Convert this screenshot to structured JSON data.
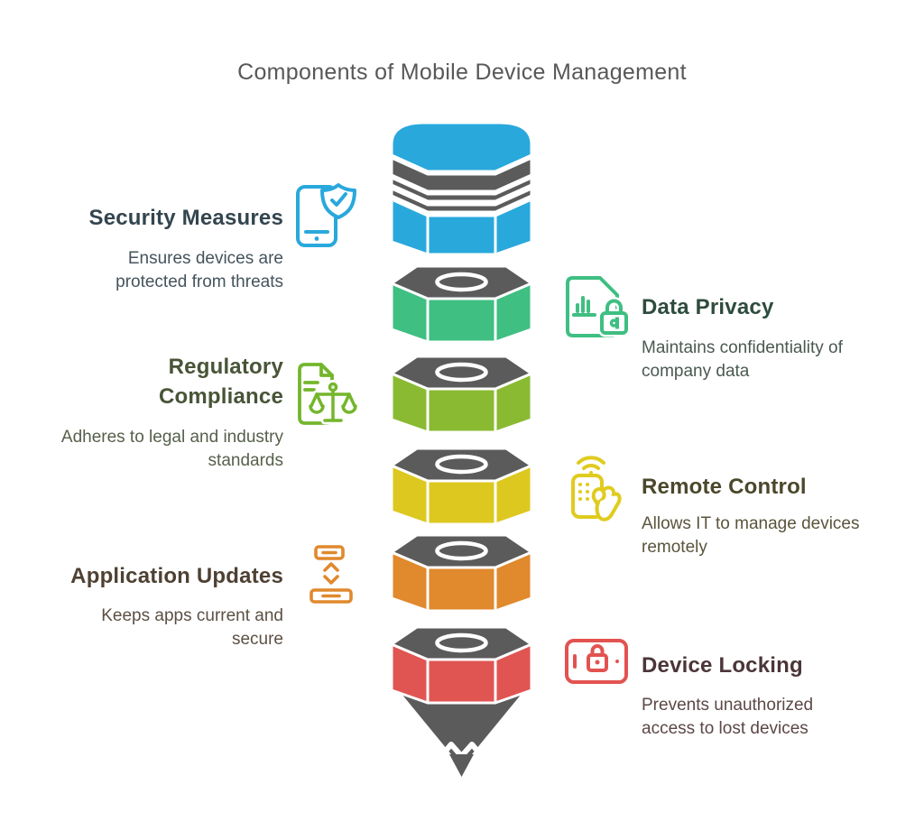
{
  "title": "Components of Mobile Device Management",
  "title_color": "#58585a",
  "funnel": {
    "band_color": "#5b5b5b",
    "tip_color": "#5b5b5b",
    "eraser_color": "#29a8dc",
    "discs": [
      {
        "name": "security-measures",
        "color": "#29a8dc"
      },
      {
        "name": "data-privacy",
        "color": "#3fbf82"
      },
      {
        "name": "regulatory-compliance",
        "color": "#8aba32"
      },
      {
        "name": "remote-control",
        "color": "#ddc81f"
      },
      {
        "name": "application-updates",
        "color": "#e0892d"
      },
      {
        "name": "device-locking",
        "color": "#e05552"
      }
    ]
  },
  "sections": [
    {
      "id": "security-measures",
      "side": "left",
      "title1": "Security Measures",
      "title2": "",
      "desc1": "Ensures devices are",
      "desc2": "protected from threats",
      "icon": "phone-shield-icon",
      "icon_color": "#29a8dc",
      "title_color": "#33454f",
      "desc_color": "#45535c"
    },
    {
      "id": "data-privacy",
      "side": "right",
      "title1": "Data Privacy",
      "title2": "",
      "desc1": "Maintains confidentiality of",
      "desc2": "company data",
      "icon": "document-lock-icon",
      "icon_color": "#3fbf82",
      "title_color": "#2e4c3d",
      "desc_color": "#4a5951"
    },
    {
      "id": "regulatory-compliance",
      "side": "left",
      "title1": "Regulatory",
      "title2": "Compliance",
      "desc1": "Adheres to legal and industry",
      "desc2": "standards",
      "icon": "document-scales-icon",
      "icon_color": "#74b62c",
      "title_color": "#485437",
      "desc_color": "#56604a"
    },
    {
      "id": "remote-control",
      "side": "right",
      "title1": "Remote Control",
      "title2": "",
      "desc1": "Allows IT to manage devices",
      "desc2": "remotely",
      "icon": "remote-hand-icon",
      "icon_color": "#e0cb1f",
      "title_color": "#4a472b",
      "desc_color": "#59553c"
    },
    {
      "id": "application-updates",
      "side": "left",
      "title1": "Application Updates",
      "title2": "",
      "desc1": "Keeps apps current and",
      "desc2": "secure",
      "icon": "app-update-bars-icon",
      "icon_color": "#e0892d",
      "title_color": "#4e4133",
      "desc_color": "#5c5044"
    },
    {
      "id": "device-locking",
      "side": "right",
      "title1": "Device Locking",
      "title2": "",
      "desc1": "Prevents unauthorized",
      "desc2": "access to lost devices",
      "icon": "phone-lock-icon",
      "icon_color": "#e25350",
      "title_color": "#4c3538",
      "desc_color": "#5c4747"
    }
  ]
}
